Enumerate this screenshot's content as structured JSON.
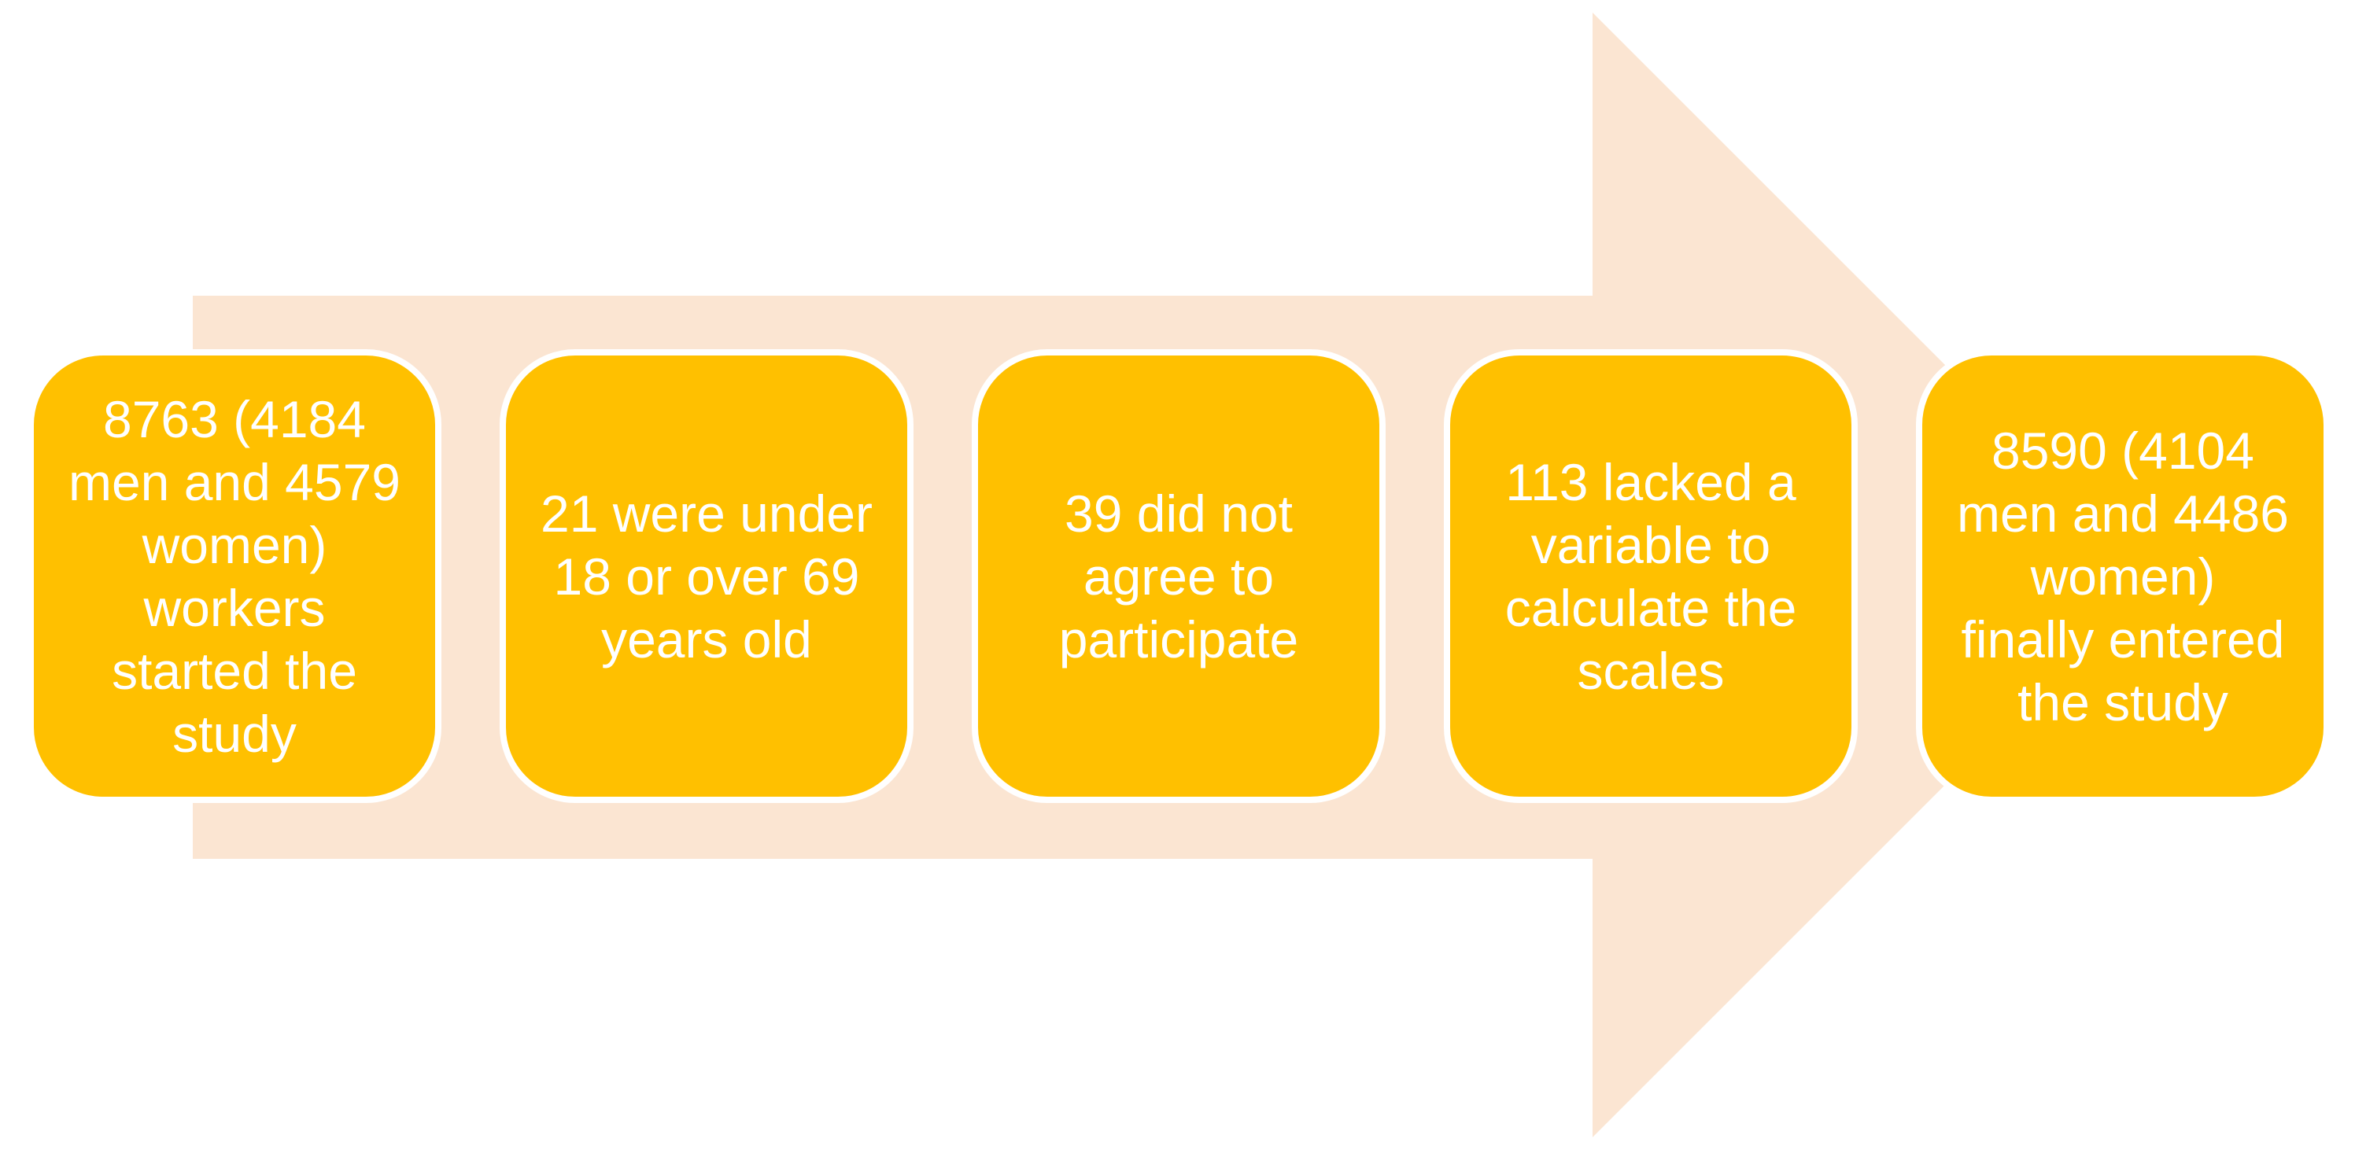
{
  "diagram": {
    "type": "process-flow-arrow",
    "colors": {
      "background": "#FFFFFF",
      "arrow_fill": "#FBE5D2",
      "box_fill": "#FFC000",
      "box_outline": "#FFFFFF",
      "text": "#FFFFFF"
    },
    "icons": {
      "arrow_direction": "right-arrow"
    },
    "steps": [
      {
        "text": "8763 (4184\nmen and 4579\nwomen)\nworkers\nstarted the\nstudy"
      },
      {
        "text": "21 were under\n18 or over 69\nyears old"
      },
      {
        "text": "39 did not\nagree to\nparticipate"
      },
      {
        "text": "113 lacked a\nvariable to\ncalculate the\nscales"
      },
      {
        "text": "8590 (4104\nmen and 4486\nwomen)\nfinally entered\nthe study"
      }
    ]
  }
}
